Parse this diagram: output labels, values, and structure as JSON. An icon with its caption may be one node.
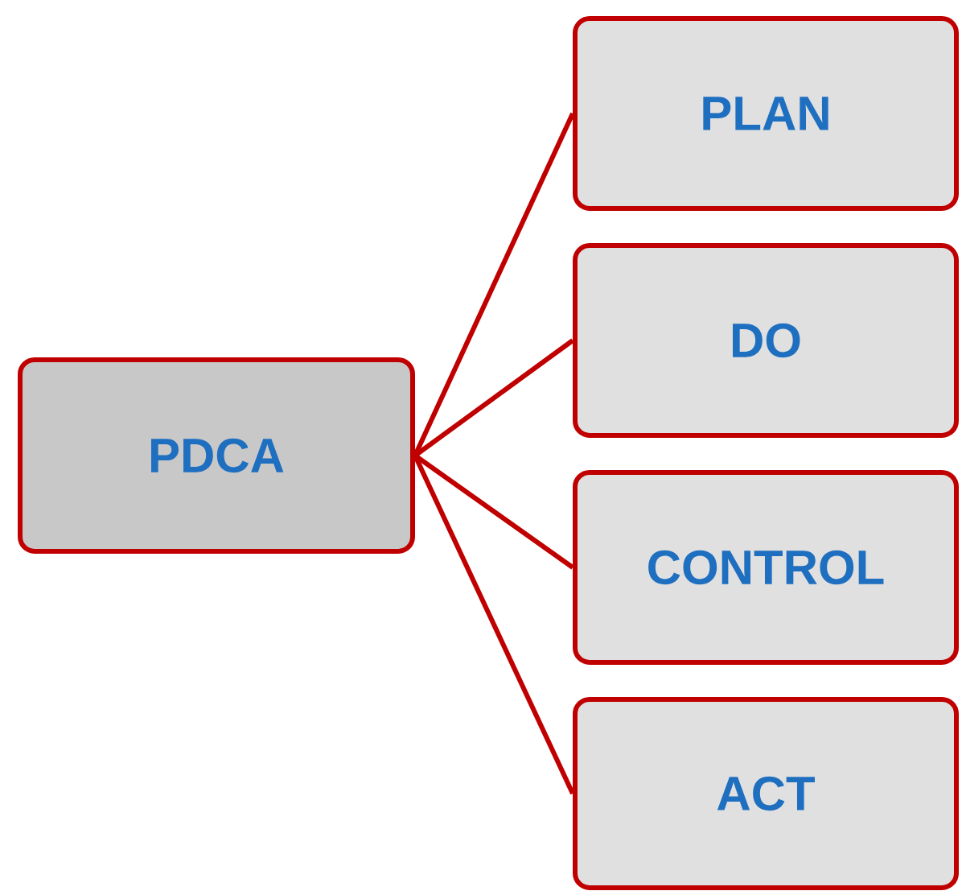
{
  "diagram": {
    "nodes": [
      {
        "text": [
          "PDCA"
        ]
      },
      {
        "text": [
          "PLAN"
        ]
      },
      {
        "text": [
          "DO"
        ]
      },
      {
        "text": [
          "CONTROL"
        ]
      },
      {
        "text": [
          "ACT"
        ]
      }
    ],
    "edges": [
      {
        "from": 0,
        "to": 1,
        "arrow": "none"
      },
      {
        "from": 0,
        "to": 2,
        "arrow": "none"
      },
      {
        "from": 0,
        "to": 3,
        "arrow": "none"
      },
      {
        "from": 0,
        "to": 4,
        "arrow": "none"
      }
    ]
  }
}
